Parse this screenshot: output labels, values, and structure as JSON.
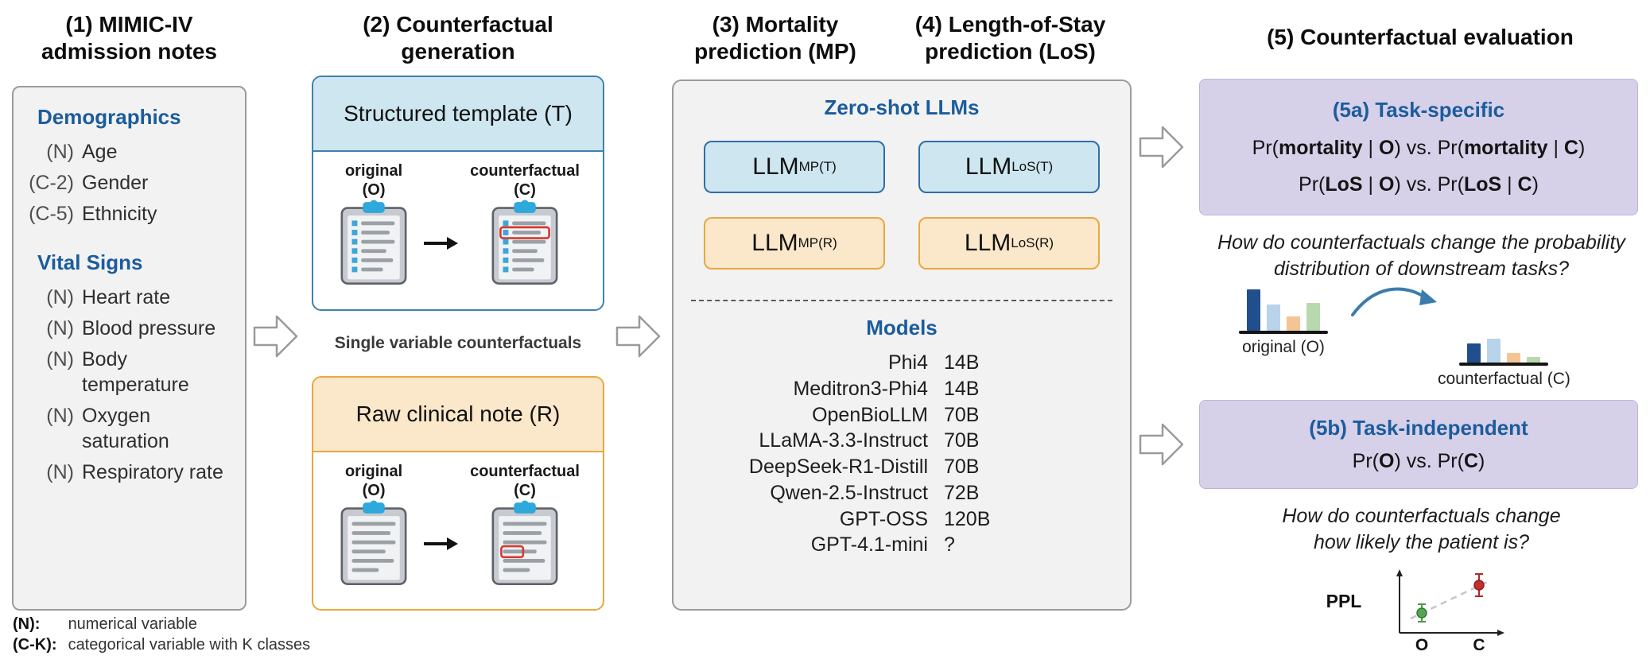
{
  "panel1": {
    "title": {
      "line1": "(1) MIMIC-IV",
      "line2": "admission notes"
    },
    "demographics": {
      "header": "Demographics",
      "items": [
        {
          "tag": "(N)",
          "label": "Age"
        },
        {
          "tag": "(C-2)",
          "label": "Gender"
        },
        {
          "tag": "(C-5)",
          "label": "Ethnicity"
        }
      ]
    },
    "vitals": {
      "header": "Vital Signs",
      "items": [
        {
          "tag": "(N)",
          "label": "Heart rate"
        },
        {
          "tag": "(N)",
          "label": "Blood pressure"
        },
        {
          "tag": "(N)",
          "label": "Body temperature"
        },
        {
          "tag": "(N)",
          "label": "Oxygen saturation"
        },
        {
          "tag": "(N)",
          "label": "Respiratory rate"
        }
      ]
    },
    "footnotes": [
      {
        "tag": "(N):",
        "text": "numerical variable"
      },
      {
        "tag": "(C-K):",
        "text": "categorical variable with K classes"
      }
    ]
  },
  "panel2": {
    "title": {
      "line1": "(2) Counterfactual",
      "line2": "generation"
    },
    "template_box": {
      "header": "Structured template (T)",
      "original_label": {
        "line1": "original",
        "line2": "(O)"
      },
      "counterfactual_label": {
        "line1": "counterfactual",
        "line2": "(C)"
      }
    },
    "middle_label": "Single variable counterfactuals",
    "raw_box": {
      "header": "Raw clinical note (R)",
      "original_label": {
        "line1": "original",
        "line2": "(O)"
      },
      "counterfactual_label": {
        "line1": "counterfactual",
        "line2": "(C)"
      }
    }
  },
  "panel34": {
    "title3": {
      "line1": "(3) Mortality",
      "line2": "prediction (MP)"
    },
    "title4": {
      "line1": "(4) Length-of-Stay",
      "line2": "prediction (LoS)"
    },
    "zero_shot_header": "Zero-shot LLMs",
    "llms": [
      {
        "base": "LLM",
        "sub": "MP(T)"
      },
      {
        "base": "LLM",
        "sub": "LoS(T)"
      },
      {
        "base": "LLM",
        "sub": "MP(R)"
      },
      {
        "base": "LLM",
        "sub": "LoS(R)"
      }
    ],
    "models_header": "Models",
    "models": [
      {
        "name": "Phi4",
        "size": "14B"
      },
      {
        "name": "Meditron3-Phi4",
        "size": "14B"
      },
      {
        "name": "OpenBioLLM",
        "size": "70B"
      },
      {
        "name": "LLaMA-3.3-Instruct",
        "size": "70B"
      },
      {
        "name": "DeepSeek-R1-Distill",
        "size": "70B"
      },
      {
        "name": "Qwen-2.5-Instruct",
        "size": "72B"
      },
      {
        "name": "GPT-OSS",
        "size": "120B"
      },
      {
        "name": "GPT-4.1-mini",
        "size": "?"
      }
    ]
  },
  "panel5": {
    "title": "(5) Counterfactual evaluation",
    "box5a": {
      "title": "(5a) Task-specific",
      "line1": [
        "Pr(",
        "mortality",
        " | ",
        "O",
        ") vs. Pr(",
        "mortality",
        " | ",
        "C",
        ")"
      ],
      "line2": [
        "Pr(",
        "LoS",
        " | ",
        "O",
        ") vs. Pr(",
        "LoS",
        " | ",
        "C",
        ")"
      ]
    },
    "question5a": {
      "line1": "How do counterfactuals change the probability",
      "line2": "distribution of downstream tasks?"
    },
    "charts": {
      "original": {
        "label": "original (O)",
        "bars": [
          52,
          33,
          18,
          35
        ],
        "colors": [
          "#214e8c",
          "#b9d3ea",
          "#f6c494",
          "#b7d9ad"
        ]
      },
      "counterfactual": {
        "label": "counterfactual (C)",
        "bars": [
          24,
          30,
          12,
          7
        ],
        "colors": [
          "#214e8c",
          "#b9d3ea",
          "#f6c494",
          "#b7d9ad"
        ]
      }
    },
    "box5b": {
      "title": "(5b) Task-independent",
      "line1": [
        "Pr(",
        "O",
        ") vs. Pr(",
        "C",
        ")"
      ]
    },
    "question5b": {
      "line1": "How do counterfactuals change",
      "line2": "how likely the patient is?"
    },
    "ppl_plot": {
      "axis_label": "PPL",
      "o_label": "O",
      "c_label": "C"
    }
  },
  "colors": {
    "header_blue": "#1b5c9c",
    "template_fill": "#cde6ef",
    "template_border": "#3f81ad",
    "raw_fill": "#fbe7c9",
    "raw_border": "#e9a83f",
    "purple_fill": "#d7d0e9",
    "panel_gray": "#f2f2f3",
    "highlight_red": "#d23b33"
  }
}
